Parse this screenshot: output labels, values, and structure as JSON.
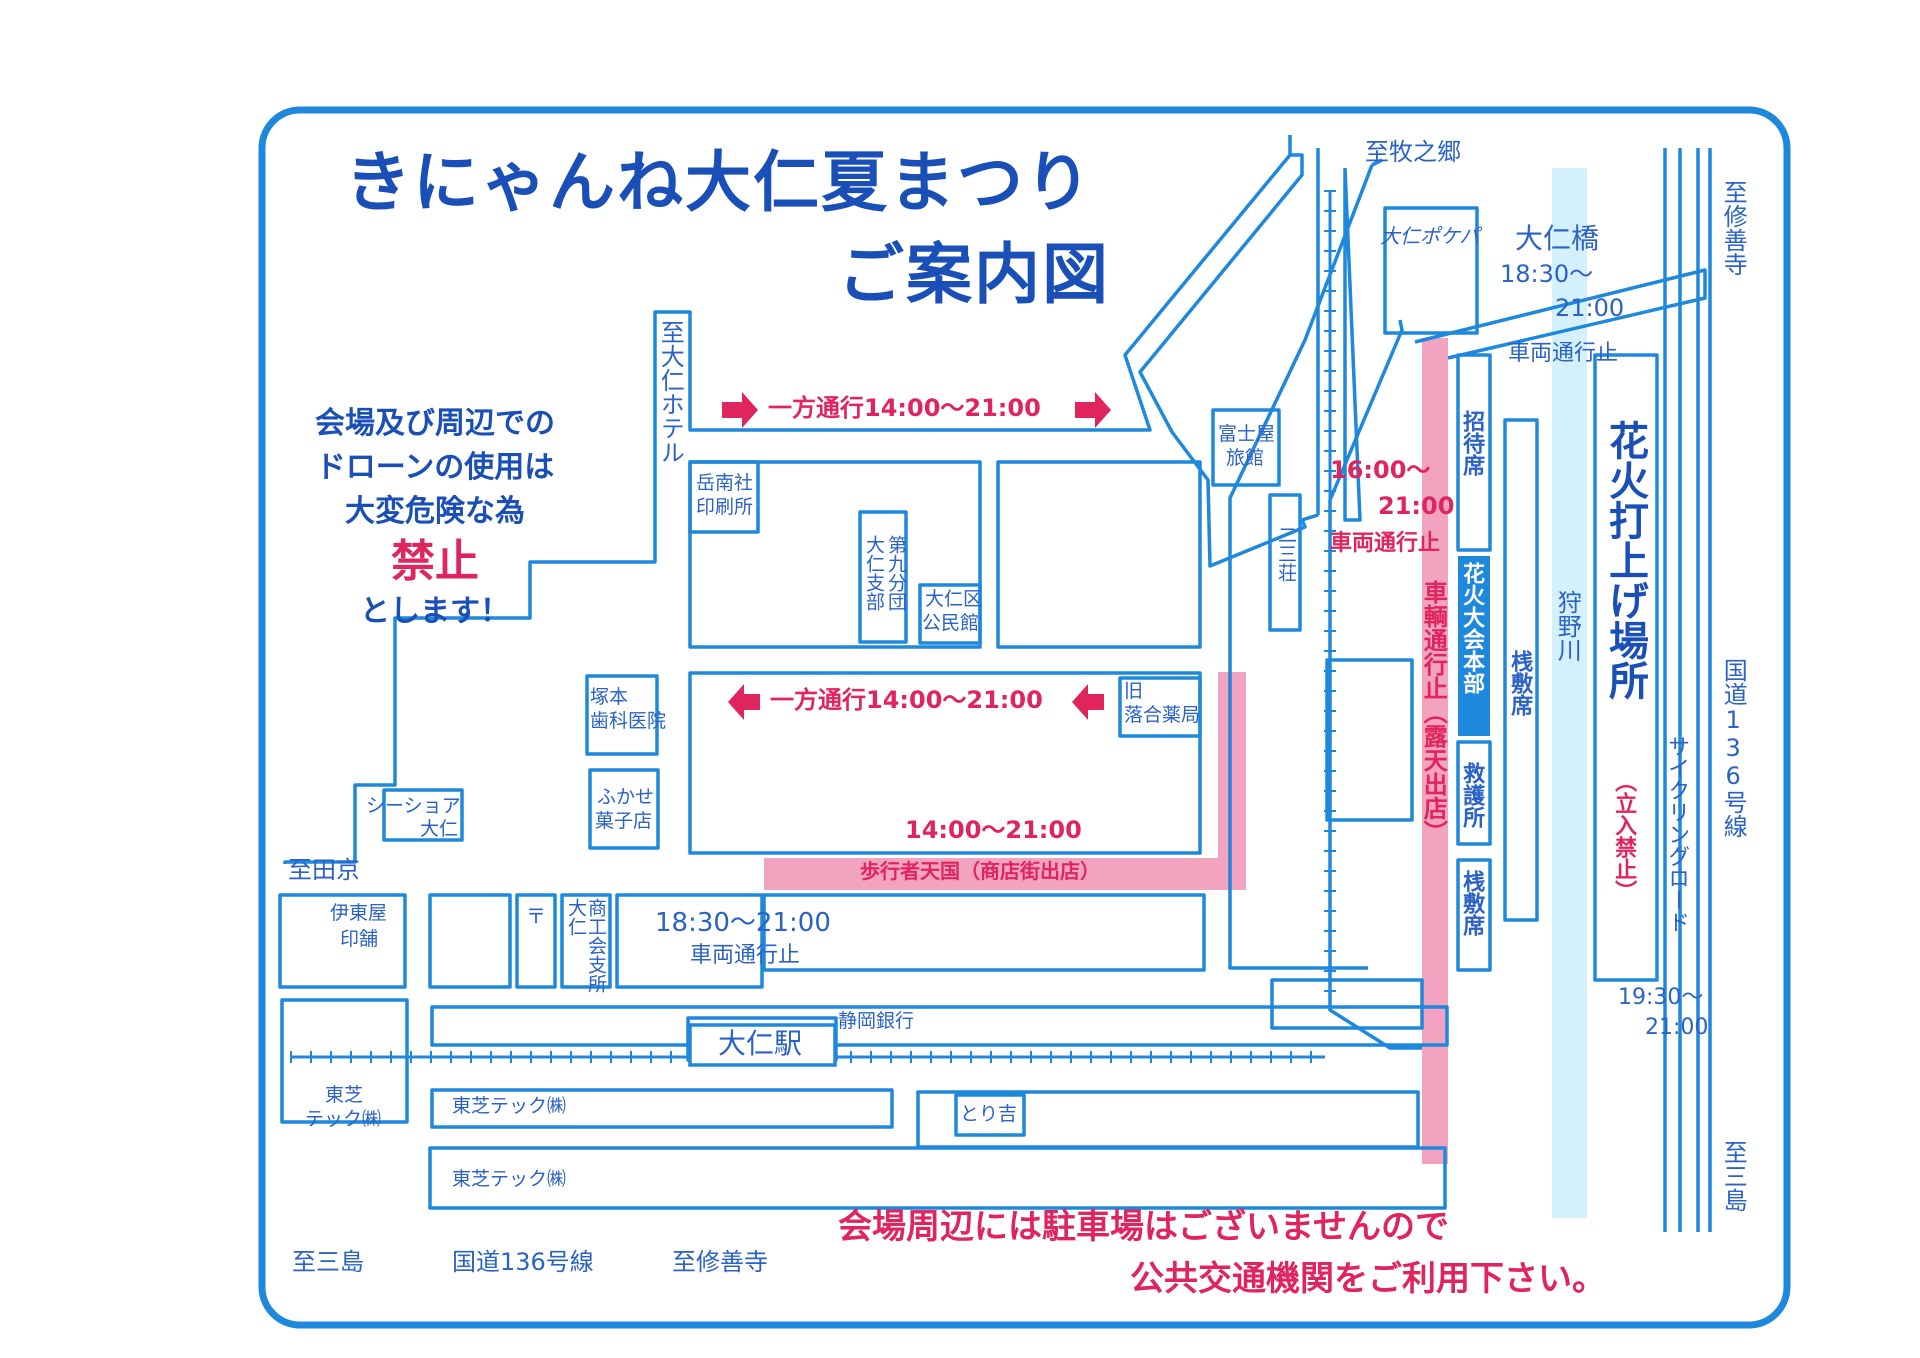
{
  "colors": {
    "frame": "#1e88dc",
    "road": "#1e88dc",
    "title": "#1b4fb8",
    "label": "#2b62c6",
    "red": "#e0245e",
    "pink_zone": "#f2a3bf",
    "river": "#d4f0fa"
  },
  "title": {
    "line1": "きにゃんね大仁夏まつり",
    "line2": "ご案内図"
  },
  "drone_notice": {
    "line1": "会場及び周辺での",
    "line2": "ドローンの使用は",
    "line3": "大変危険な為",
    "banned": "禁止",
    "line4": "とします！"
  },
  "parking_notice": {
    "line1": "会場周辺には駐車場はございませんので",
    "line2": "公共交通機関をご利用下さい。"
  },
  "directions": {
    "makinogo": "至牧之郷",
    "ohito_hotel": "至大仁ホテル",
    "tagata": "至田京",
    "shuzenji_right": "至修善寺",
    "mishima_right": "至三島",
    "mishima_bottom": "至三島",
    "route136_bottom": "国道136号線",
    "shuzenji_bottom": "至修善寺",
    "route136_right": "国道136号線"
  },
  "traffic": {
    "oneway_top": "一方通行14:00〜21:00",
    "oneway_mid": "一方通行14:00〜21:00",
    "pedestrian_time": "14:00〜21:00",
    "pedestrian_label": "歩行者天国（商店街出店）",
    "south_time": "18:30〜21:00",
    "south_closed": "車両通行止",
    "east_time_1": "16:00〜",
    "east_time_2": "21:00",
    "east_closed": "車両通行止",
    "east_vertical": "車輌通行止（露天出店）",
    "bridge_time_1": "18:30〜",
    "bridge_time_2": "21:00",
    "bridge_closed": "車両通行止",
    "cycling_time_1": "19:30〜",
    "cycling_time_2": "21:00"
  },
  "places": {
    "gakunansha": [
      "岳南社",
      "印刷所"
    ],
    "dai9": "第九分団",
    "ohito_branch": "大仁支部",
    "kominkan": [
      "大仁区",
      "公民館"
    ],
    "fujiya": [
      "富士屋",
      "旅館"
    ],
    "nisanso": "二三荘",
    "tsukamoto": [
      "塚本",
      "歯科医院"
    ],
    "old_ochiai": [
      "旧",
      "落合薬局"
    ],
    "fukase": [
      "ふかせ",
      "菓子店"
    ],
    "seashore": [
      "シーショア",
      "大仁"
    ],
    "itoya": [
      "伊東屋",
      "印舗"
    ],
    "post_mark": "〒",
    "ohito": "大仁",
    "shoko": "商工会支所",
    "shizuoka_bank": "静岡銀行",
    "ohito_station": "大仁駅",
    "toshiba_left": [
      "東芝",
      "テック㈱"
    ],
    "toshiba_mid": "東芝テック㈱",
    "toshiba_low": "東芝テック㈱",
    "torikichi": "とり吉",
    "pokepa": "大仁ポケパ",
    "ohito_bridge": "大仁橋",
    "shotai": "招待席",
    "hq": "花火大会本部",
    "kyugo": "救護所",
    "sajiki1": "桟敷席",
    "sajiki2": "桟敷席",
    "kano_river": "狩野川",
    "launch_site": "花火打上げ場所",
    "no_entry": "（立入禁止）",
    "cycling_road": "サイクリングロード"
  }
}
